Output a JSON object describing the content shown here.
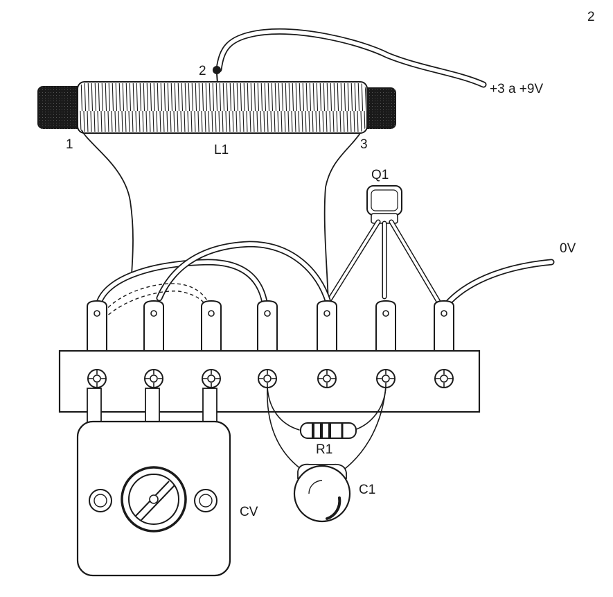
{
  "labels": {
    "corner_mark": "2",
    "tap_2": "2",
    "tap_1": "1",
    "tap_3": "3",
    "coil": "L1",
    "supply": "+3 a +9V",
    "transistor": "Q1",
    "ground": "0V",
    "resistor": "R1",
    "capacitor": "C1",
    "variable_capacitor": "CV"
  },
  "colors": {
    "ink": "#1a1a1a",
    "paper": "#ffffff"
  }
}
